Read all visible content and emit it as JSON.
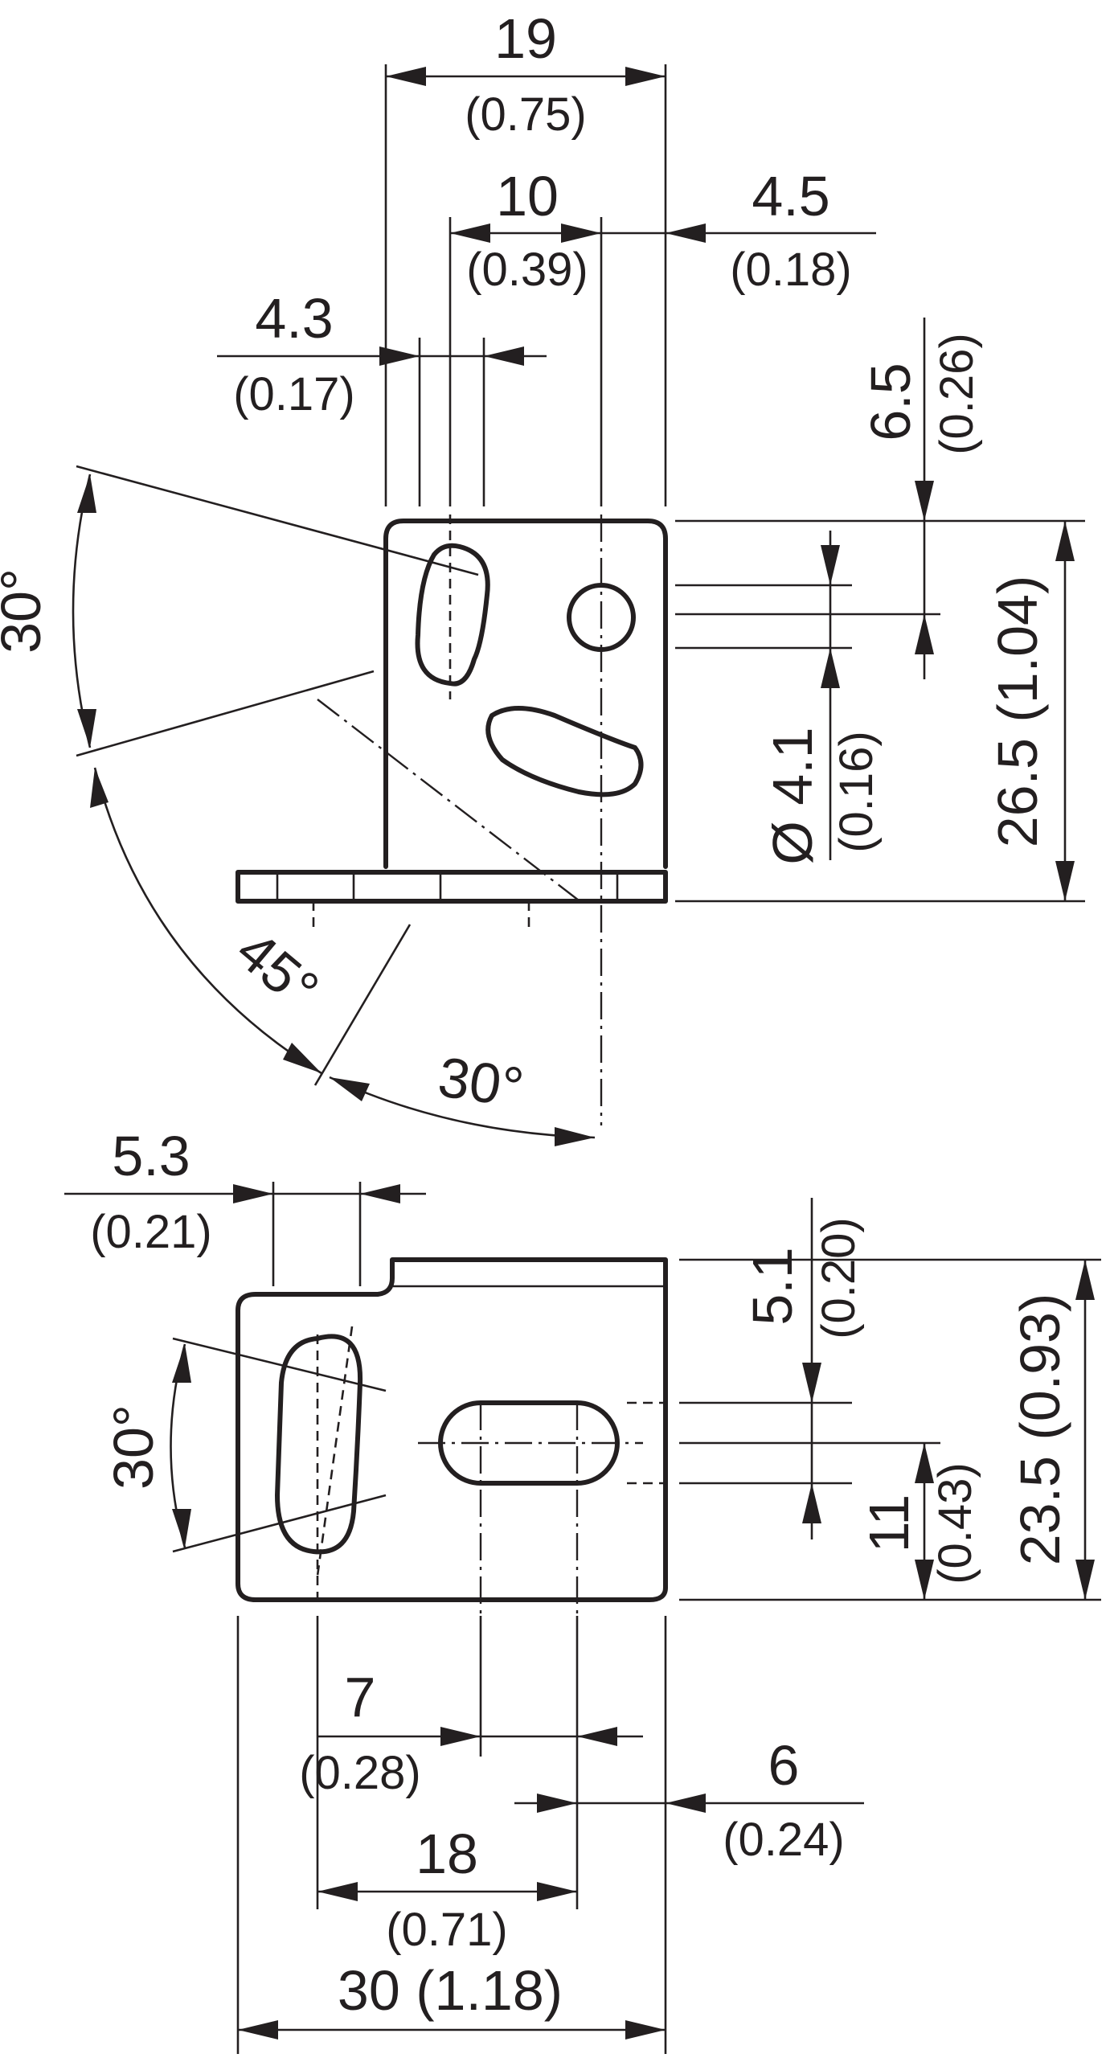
{
  "top_view": {
    "dim_19": "19",
    "dim_19_in": "(0.75)",
    "dim_10": "10",
    "dim_10_in": "(0.39)",
    "dim_4_5": "4.5",
    "dim_4_5_in": "(0.18)",
    "dim_4_3": "4.3",
    "dim_4_3_in": "(0.17)",
    "dim_6_5": "6.5",
    "dim_6_5_in": "(0.26)",
    "dim_dia": "Ø 4.1",
    "dim_dia_in": "(0.16)",
    "dim_26_5": "26.5 (1.04)",
    "angle_30_left": "30°",
    "angle_45": "45°",
    "angle_30_bottom": "30°"
  },
  "bottom_view": {
    "dim_5_3": "5.3",
    "dim_5_3_in": "(0.21)",
    "angle_30": "30°",
    "dim_5_1": "5.1",
    "dim_5_1_in": "(0.20)",
    "dim_11": "11",
    "dim_11_in": "(0.43)",
    "dim_23_5": "23.5 (0.93)",
    "dim_7": "7",
    "dim_7_in": "(0.28)",
    "dim_6": "6",
    "dim_6_in": "(0.24)",
    "dim_18": "18",
    "dim_18_in": "(0.71)",
    "dim_30": "30 (1.18)"
  },
  "colors": {
    "line": "#231f20",
    "background": "#ffffff"
  }
}
